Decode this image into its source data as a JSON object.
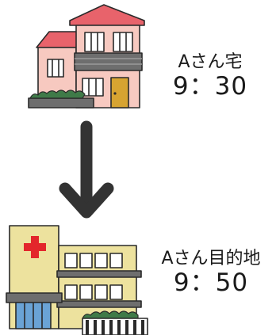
{
  "origin": {
    "name": "Aさん宅",
    "time": "9：30"
  },
  "destination": {
    "name": "Aさん目的地",
    "time": "9：50"
  },
  "colors": {
    "outline": "#2a2a2a",
    "house_wall": "#f7c9c0",
    "house_roof": "#e8636b",
    "door": "#d7a431",
    "hospital_wall": "#ede29e",
    "red_cross": "#e3262b",
    "window_blue": "#6aa3d6",
    "arrow": "#333333",
    "hedge": "#3f7a48"
  }
}
